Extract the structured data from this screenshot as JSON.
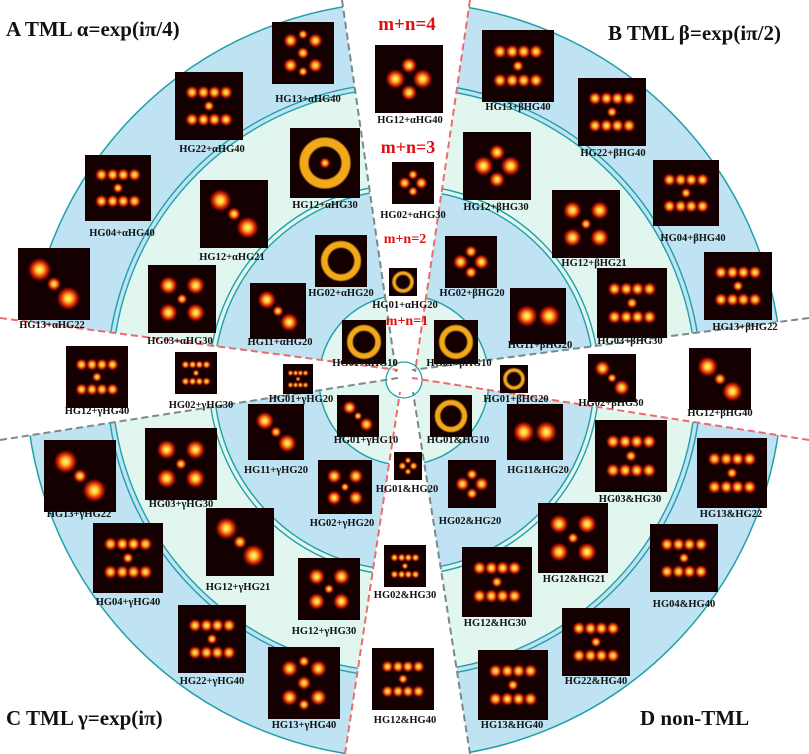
{
  "colors": {
    "outer_ring": "#bfe3f3",
    "middle_ring": "#e2f6f0",
    "inner_ring": "#bfe3f3",
    "ring_line": "#20a0a8",
    "sector_divider_red": "#ee6b6b",
    "sector_divider_grey": "#7a8a8a",
    "order_label": "#e01010",
    "mode_bright": "#ffe24a",
    "mode_mid": "#e02a0a",
    "mode_dark": "#140000"
  },
  "corners": {
    "A": "A TML α=exp(iπ/4)",
    "B": "B TML β=exp(iπ/2)",
    "C": "C TML γ=exp(iπ)",
    "D": "D non-TML"
  },
  "order_labels": [
    "m+n=4",
    "m+n=3",
    "m+n=2",
    "m+n=1"
  ],
  "modes": [
    {
      "label": "HG13+αHG40",
      "pattern": "multi"
    },
    {
      "label": "HG12+αHG40",
      "pattern": "petal"
    },
    {
      "label": "HG13+βHG40",
      "pattern": "grid"
    },
    {
      "label": "HG22+αHG40",
      "pattern": "grid"
    },
    {
      "label": "HG22+βHG40",
      "pattern": "grid"
    },
    {
      "label": "HG12+αHG30",
      "pattern": "ring"
    },
    {
      "label": "HG02+αHG30",
      "pattern": "petal"
    },
    {
      "label": "HG12+βHG30",
      "pattern": "petal"
    },
    {
      "label": "HG04+αHG40",
      "pattern": "grid"
    },
    {
      "label": "HG04+βHG40",
      "pattern": "grid"
    },
    {
      "label": "HG12+αHG21",
      "pattern": "diag"
    },
    {
      "label": "HG12+βHG21",
      "pattern": "quad"
    },
    {
      "label": "HG02+αHG20",
      "pattern": "donut"
    },
    {
      "label": "HG02+βHG20",
      "pattern": "petal"
    },
    {
      "label": "HG01+αHG20",
      "pattern": "donut"
    },
    {
      "label": "HG13+αHG22",
      "pattern": "diag"
    },
    {
      "label": "HG13+βHG22",
      "pattern": "grid"
    },
    {
      "label": "HG03+αHG30",
      "pattern": "quad"
    },
    {
      "label": "HG03+βHG30",
      "pattern": "grid"
    },
    {
      "label": "HG11+αHG20",
      "pattern": "diag"
    },
    {
      "label": "HG11+βHG20",
      "pattern": "lobes"
    },
    {
      "label": "HG01+αHG10",
      "pattern": "donut"
    },
    {
      "label": "HG01+βHG10",
      "pattern": "donut"
    },
    {
      "label": "HG12+γHG40",
      "pattern": "grid"
    },
    {
      "label": "HG02+γHG30",
      "pattern": "grid"
    },
    {
      "label": "HG01+γHG20",
      "pattern": "grid"
    },
    {
      "label": "HG01+βHG20",
      "pattern": "donut"
    },
    {
      "label": "HG02+βHG30",
      "pattern": "diag"
    },
    {
      "label": "HG12+βHG40",
      "pattern": "diag"
    },
    {
      "label": "HG01+γHG10",
      "pattern": "diag"
    },
    {
      "label": "HG01&HG10",
      "pattern": "donut"
    },
    {
      "label": "HG11+γHG20",
      "pattern": "diag"
    },
    {
      "label": "HG11&HG20",
      "pattern": "lobes"
    },
    {
      "label": "HG13+γHG22",
      "pattern": "diag"
    },
    {
      "label": "HG03+γHG30",
      "pattern": "quad"
    },
    {
      "label": "HG03&HG30",
      "pattern": "grid"
    },
    {
      "label": "HG13&HG22",
      "pattern": "grid"
    },
    {
      "label": "HG01&HG20",
      "pattern": "petal"
    },
    {
      "label": "HG02+γHG20",
      "pattern": "quad"
    },
    {
      "label": "HG02&HG20",
      "pattern": "petal"
    },
    {
      "label": "HG04+γHG40",
      "pattern": "grid"
    },
    {
      "label": "HG12+γHG21",
      "pattern": "diag"
    },
    {
      "label": "HG12&HG21",
      "pattern": "quad"
    },
    {
      "label": "HG04&HG40",
      "pattern": "grid"
    },
    {
      "label": "HG02&HG30",
      "pattern": "grid"
    },
    {
      "label": "HG12+γHG30",
      "pattern": "quad"
    },
    {
      "label": "HG12&HG30",
      "pattern": "grid"
    },
    {
      "label": "HG22+γHG40",
      "pattern": "grid"
    },
    {
      "label": "HG22&HG40",
      "pattern": "grid"
    },
    {
      "label": "HG13+γHG40",
      "pattern": "multi"
    },
    {
      "label": "HG12&HG40",
      "pattern": "grid"
    },
    {
      "label": "HG13&HG40",
      "pattern": "grid"
    }
  ]
}
